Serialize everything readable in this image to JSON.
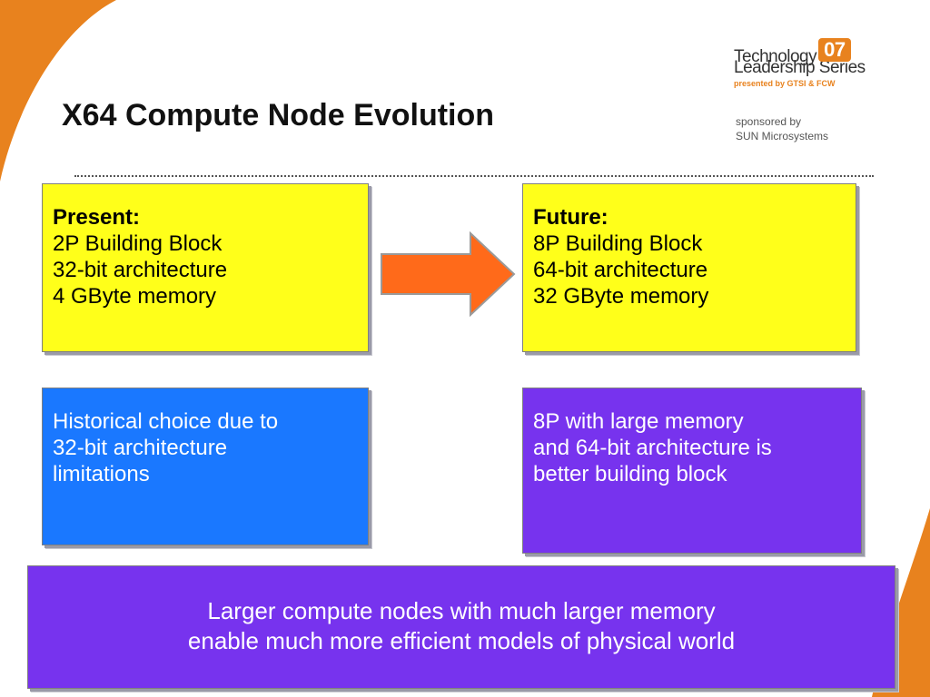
{
  "slide": {
    "title": "X64 Compute Node Evolution"
  },
  "logo": {
    "line1": "Technology",
    "badge": "07",
    "line2": "Leadership Series",
    "line3": "presented by GTSI & FCW"
  },
  "sponsor": {
    "line1": "sponsored by",
    "line2": "SUN Microsystems"
  },
  "present": {
    "heading": "Present:",
    "lines": [
      "2P Building Block",
      "32-bit architecture",
      "4 GByte memory"
    ]
  },
  "future": {
    "heading": "Future:",
    "lines": [
      "8P Building Block",
      "64-bit architecture",
      "32 GByte memory"
    ]
  },
  "historical": {
    "lines": [
      "Historical choice due to",
      "32-bit architecture",
      "limitations"
    ]
  },
  "better": {
    "lines": [
      "8P with large memory",
      "and 64-bit architecture is",
      "better building block"
    ]
  },
  "conclusion": {
    "lines": [
      "Larger compute nodes with much larger memory",
      "enable much more efficient models of physical world"
    ]
  },
  "colors": {
    "accent_orange": "#E8821E",
    "yellow_box": "#FFFF1A",
    "blue_box": "#1A78FF",
    "purple_box": "#7733EE",
    "arrow": "#FF6A1A"
  }
}
